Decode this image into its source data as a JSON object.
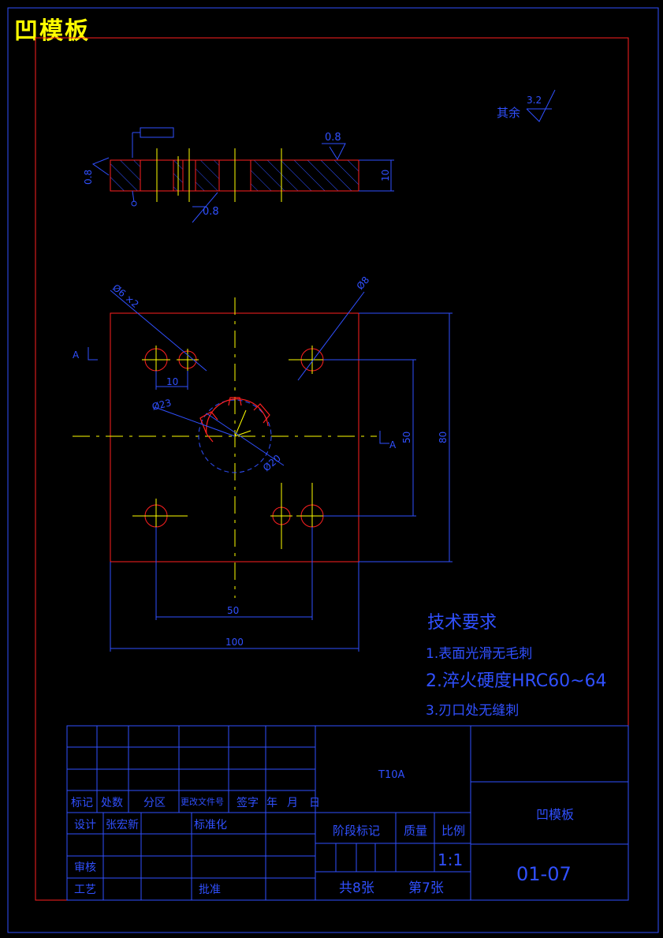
{
  "page_title": "凹模板",
  "roughness": {
    "label": "其余",
    "value": "3.2",
    "face_top": "0.8",
    "face_left": "0.8",
    "face_bottom": "0.8"
  },
  "dimensions": {
    "thickness": "10",
    "hole_d6x2": "Ø6 ×2",
    "hole_d8": "Ø8",
    "pitch_10": "10",
    "d23": "Ø23",
    "d20": "Ø20",
    "h50": "50",
    "h80": "80",
    "w50": "50",
    "w100": "100"
  },
  "section": {
    "left": "A",
    "right": "A"
  },
  "tech_requirements": {
    "title": "技术要求",
    "items": [
      "1.表面光滑无毛刺",
      "2.淬火硬度HRC60~64",
      "3.刃口处无缝刺"
    ]
  },
  "title_block": {
    "material": "T10A",
    "part_name": "凹模板",
    "drawing_no": "01-07",
    "headers": [
      "标记",
      "处数",
      "分区",
      "更改文件号",
      "签字",
      "年",
      "月",
      "日"
    ],
    "design_label": "设计",
    "designer": "张宏新",
    "standardize_label": "标准化",
    "review_label": "审核",
    "process_label": "工艺",
    "approve_label": "批准",
    "stage_label": "阶段标记",
    "mass_label": "质量",
    "scale_label": "比例",
    "scale_value": "1:1",
    "sheets_total": "共8张",
    "sheet_no": "第7张"
  },
  "colors": {
    "frame": "#ff2020",
    "outline": "#3050ff",
    "center": "#ffff00",
    "dim": "#3050ff",
    "circle": "#ff2020"
  }
}
